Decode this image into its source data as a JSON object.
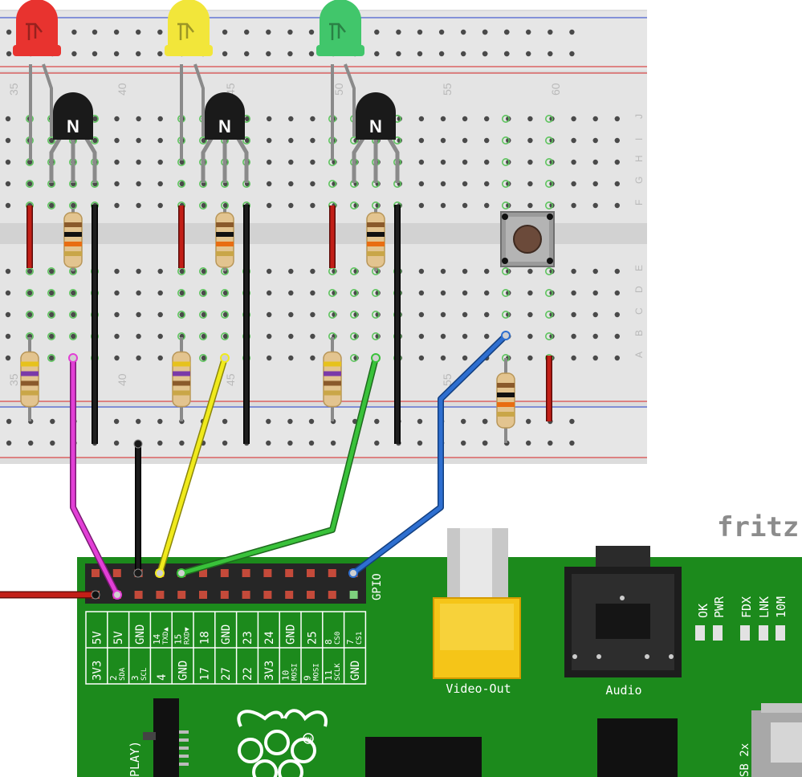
{
  "watermark": "fritz",
  "breadboard": {
    "column_numbers_top": [
      "35",
      "40",
      "45",
      "50",
      "55",
      "60"
    ],
    "column_numbers_bottom": [
      "35",
      "40",
      "45",
      "55"
    ],
    "row_letters_top": [
      "J",
      "I",
      "H",
      "G",
      "F"
    ],
    "row_letters_bottom": [
      "E",
      "D",
      "C",
      "B",
      "A"
    ]
  },
  "leds": [
    {
      "name": "red-led",
      "color": "#e8332f"
    },
    {
      "name": "yellow-led",
      "color": "#f2e63a"
    },
    {
      "name": "green-led",
      "color": "#41c66b"
    }
  ],
  "transistors": [
    {
      "label": "N"
    },
    {
      "label": "N"
    },
    {
      "label": "N"
    }
  ],
  "wires": [
    {
      "name": "magenta-wire",
      "color": "#e23fd6"
    },
    {
      "name": "black-wire",
      "color": "#1a1a1a"
    },
    {
      "name": "yellow-wire",
      "color": "#f0ea1c"
    },
    {
      "name": "green-wire",
      "color": "#39c23a"
    },
    {
      "name": "blue-wire",
      "color": "#2e6fd0"
    },
    {
      "name": "red-wire",
      "color": "#c21f17"
    }
  ],
  "pi": {
    "gpio_label": "GPIO",
    "top_row_pins": [
      {
        "main": "5V"
      },
      {
        "main": "5V"
      },
      {
        "main": "GND"
      },
      {
        "main": "14",
        "sub": "TXD▲"
      },
      {
        "main": "15",
        "sub": "RXD▼"
      },
      {
        "main": "18"
      },
      {
        "main": "GND"
      },
      {
        "main": "23"
      },
      {
        "main": "24"
      },
      {
        "main": "GND"
      },
      {
        "main": "25"
      },
      {
        "main": "8",
        "sub": "CS0"
      },
      {
        "main": "7",
        "sub": "CS1"
      }
    ],
    "bottom_row_pins": [
      {
        "main": "3V3"
      },
      {
        "main": "2",
        "sub": "SDA"
      },
      {
        "main": "3",
        "sub": "SCL"
      },
      {
        "main": "4"
      },
      {
        "main": "GND"
      },
      {
        "main": "17"
      },
      {
        "main": "27"
      },
      {
        "main": "22"
      },
      {
        "main": "3V3"
      },
      {
        "main": "10",
        "sub": "MOSI"
      },
      {
        "main": "9",
        "sub": "MOSI"
      },
      {
        "main": "11",
        "sub": "SCLK"
      },
      {
        "main": "GND"
      }
    ],
    "video_label": "Video-Out",
    "audio_label": "Audio",
    "status_leds": [
      "OK",
      "PWR",
      "FDX",
      "LNK",
      "10M"
    ],
    "side_label_left": "PLAY)",
    "usb_label": "SB 2x",
    "trademark": "TM"
  }
}
